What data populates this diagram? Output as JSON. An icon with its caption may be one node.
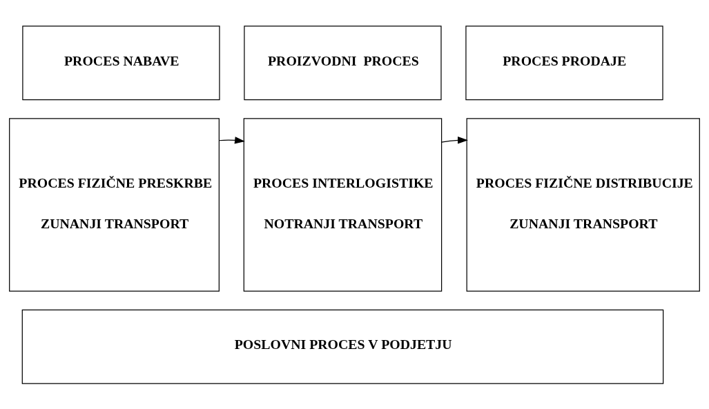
{
  "diagram": {
    "nodes": [
      {
        "text": [
          "PROCES NABAVE"
        ]
      },
      {
        "text": [
          "PROIZVODNI  PROCES"
        ]
      },
      {
        "text": [
          "PROCES PRODAJE"
        ]
      },
      {
        "text": [
          "PROCES FIZIČNE PRESKRBE",
          "ZUNANJI TRANSPORT"
        ]
      },
      {
        "text": [
          "PROCES INTERLOGISTIKE",
          "NOTRANJI TRANSPORT"
        ]
      },
      {
        "text": [
          "PROCES FIZIČNE DISTRIBUCIJE",
          "ZUNANJI TRANSPORT"
        ]
      },
      {
        "text": [
          "POSLOVNI PROCES V PODJETJU"
        ]
      }
    ],
    "edges": [
      {
        "from": 3,
        "to": 4,
        "arrow": "to"
      },
      {
        "from": 4,
        "to": 5,
        "arrow": "to"
      }
    ]
  }
}
